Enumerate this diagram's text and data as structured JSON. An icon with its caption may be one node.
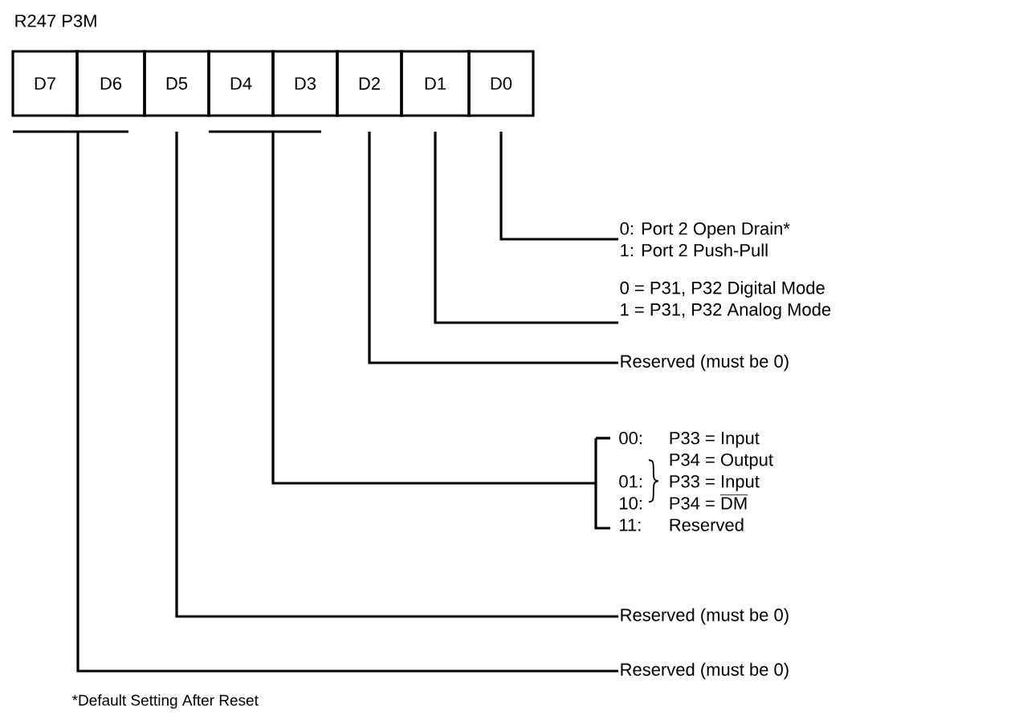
{
  "diagram": {
    "title": "R247 P3M",
    "nodes": [
      {
        "text": [
          "D7"
        ]
      },
      {
        "text": [
          "D6"
        ]
      },
      {
        "text": [
          "D5"
        ]
      },
      {
        "text": [
          "D4"
        ]
      },
      {
        "text": [
          "D3"
        ]
      },
      {
        "text": [
          "D2"
        ]
      },
      {
        "text": [
          "D1"
        ]
      },
      {
        "text": [
          "D0"
        ]
      },
      {
        "text": [
          "0:  Port 2 Open Drain*",
          "1:  Port 2 Push-Pull"
        ]
      },
      {
        "text": [
          "0 =  P31, P32 Digital Mode",
          "1 =  P31, P32 Analog Mode"
        ]
      },
      {
        "text": [
          "Reserved (must be 0)"
        ]
      },
      {
        "text": [
          "00:",
          "P33 = Input",
          "P34 = Output",
          "01:",
          "P33 = Input",
          "10:",
          "P34 =",
          "DM",
          "11:",
          "Reserved"
        ]
      },
      {
        "text": [
          "Reserved (must be 0)"
        ]
      },
      {
        "text": [
          "Reserved (must be 0)"
        ]
      }
    ],
    "edges": [
      {
        "from": 7,
        "to": 8,
        "arrow": "none"
      },
      {
        "from": 6,
        "to": 9,
        "arrow": "none"
      },
      {
        "from": 5,
        "to": 10,
        "arrow": "none"
      },
      {
        "from": 3,
        "to": 11,
        "arrow": "none"
      },
      {
        "from": 4,
        "to": 11,
        "arrow": "none"
      },
      {
        "from": 2,
        "to": 12,
        "arrow": "none"
      },
      {
        "from": 0,
        "to": 13,
        "arrow": "none"
      },
      {
        "from": 1,
        "to": 13,
        "arrow": "none"
      }
    ],
    "labels": [
      "*Default Setting After Reset"
    ]
  }
}
